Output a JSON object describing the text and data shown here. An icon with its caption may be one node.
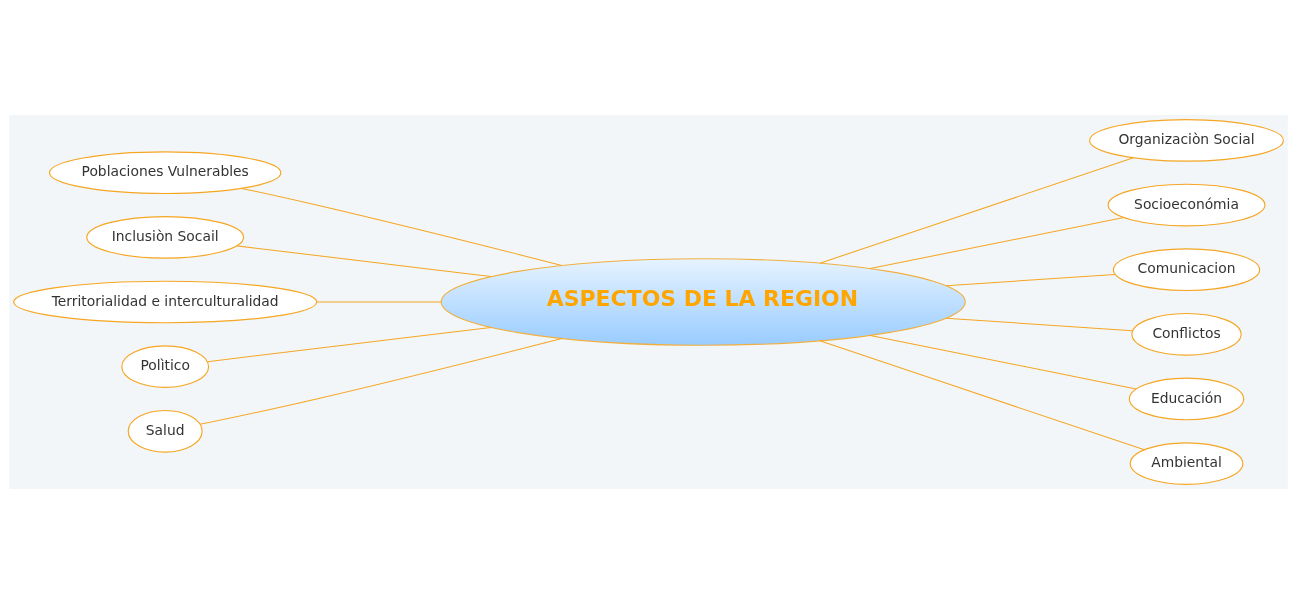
{
  "diagram": {
    "nodes": [
      {
        "text": [
          "ASPECTOS DE LA REGION"
        ]
      },
      {
        "text": [
          "Poblaciones Vulnerables"
        ]
      },
      {
        "text": [
          "Inclusiòn Socail"
        ]
      },
      {
        "text": [
          "Territorialidad e interculturalidad"
        ]
      },
      {
        "text": [
          "Polìtico"
        ]
      },
      {
        "text": [
          "Salud"
        ]
      },
      {
        "text": [
          "Organizaciòn Social"
        ]
      },
      {
        "text": [
          "Socioeconómia"
        ]
      },
      {
        "text": [
          "Comunicacion"
        ]
      },
      {
        "text": [
          "Conflictos"
        ]
      },
      {
        "text": [
          "Educación"
        ]
      },
      {
        "text": [
          "Ambiental"
        ]
      }
    ],
    "edges": [
      {
        "from": 0,
        "to": 1,
        "arrow": "none"
      },
      {
        "from": 0,
        "to": 2,
        "arrow": "none"
      },
      {
        "from": 0,
        "to": 3,
        "arrow": "none"
      },
      {
        "from": 0,
        "to": 4,
        "arrow": "none"
      },
      {
        "from": 0,
        "to": 5,
        "arrow": "none"
      },
      {
        "from": 0,
        "to": 6,
        "arrow": "none"
      },
      {
        "from": 0,
        "to": 7,
        "arrow": "none"
      },
      {
        "from": 0,
        "to": 8,
        "arrow": "none"
      },
      {
        "from": 0,
        "to": 9,
        "arrow": "none"
      },
      {
        "from": 0,
        "to": 10,
        "arrow": "none"
      },
      {
        "from": 0,
        "to": 11,
        "arrow": "none"
      }
    ]
  }
}
